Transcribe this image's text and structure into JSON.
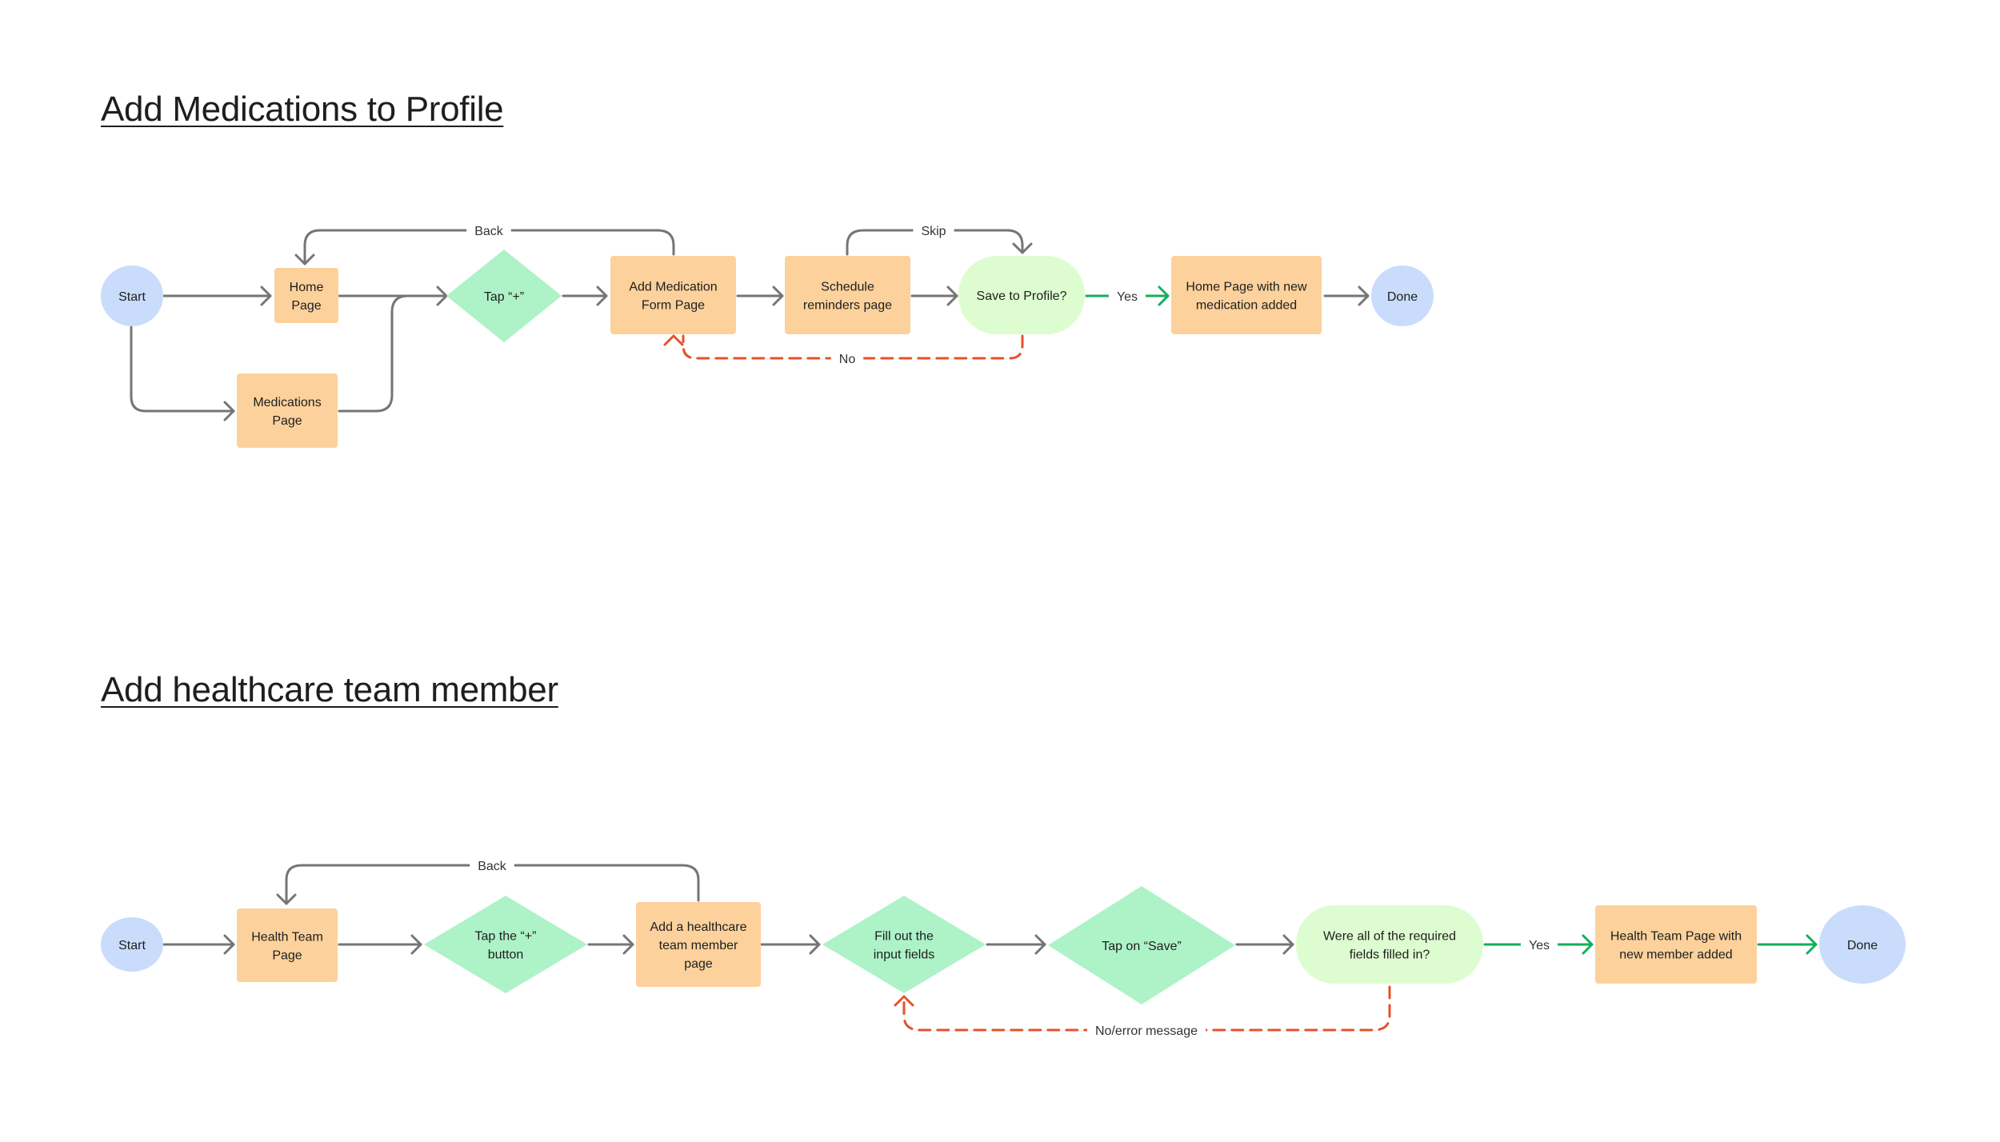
{
  "titles": {
    "medications": "Add Medications to Profile",
    "healthcare": "Add healthcare team member"
  },
  "colors": {
    "terminal": "#c9dcfb",
    "page": "#fcd19c",
    "decision": "#aef2c8",
    "question": "#ddfdd0",
    "connector": "#757575",
    "yes": "#14ae5c",
    "no": "#e5522a"
  },
  "flow1": {
    "nodes": {
      "start": [
        "Start"
      ],
      "home": [
        "Home",
        "Page"
      ],
      "medications": [
        "Medications",
        "Page"
      ],
      "tap": [
        "Tap “+”"
      ],
      "form": [
        "Add Medication",
        "Form Page"
      ],
      "schedule": [
        "Schedule",
        "reminders page"
      ],
      "save": [
        "Save to Profile?"
      ],
      "home_added": [
        "Home Page with new",
        "medication added"
      ],
      "done": [
        "Done"
      ]
    },
    "labels": {
      "back": "Back",
      "skip": "Skip",
      "yes": "Yes",
      "no": "No"
    }
  },
  "flow2": {
    "nodes": {
      "start": [
        "Start"
      ],
      "team": [
        "Health Team",
        "Page"
      ],
      "tap": [
        "Tap the “+”",
        "button"
      ],
      "add": [
        "Add a healthcare",
        "team member",
        "page"
      ],
      "fill": [
        "Fill out the",
        "input fields"
      ],
      "save": [
        "Tap on “Save”"
      ],
      "check": [
        "Were all of the required",
        "fields filled in?"
      ],
      "team_added": [
        "Health Team Page with",
        "new member added"
      ],
      "done": [
        "Done"
      ]
    },
    "labels": {
      "back": "Back",
      "yes": "Yes",
      "no": "No/error message"
    }
  }
}
